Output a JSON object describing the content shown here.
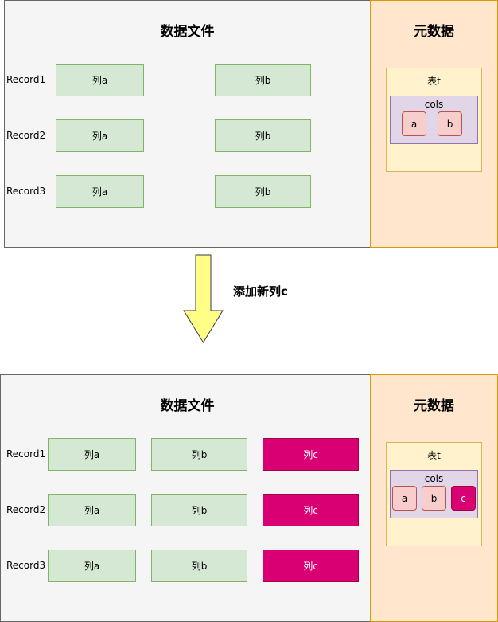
{
  "top": {
    "file_title": "数据文件",
    "meta_title": "元数据",
    "records": [
      {
        "label": "Record1",
        "cells": [
          "列a",
          "列b"
        ]
      },
      {
        "label": "Record2",
        "cells": [
          "列a",
          "列b"
        ]
      },
      {
        "label": "Record3",
        "cells": [
          "列a",
          "列b"
        ]
      }
    ],
    "table_label": "表t",
    "cols_label": "cols",
    "cols": [
      "a",
      "b"
    ]
  },
  "arrow_label": "添加新列c",
  "bottom": {
    "file_title": "数据文件",
    "meta_title": "元数据",
    "records": [
      {
        "label": "Record1",
        "cells": [
          "列a",
          "列b",
          "列c"
        ]
      },
      {
        "label": "Record2",
        "cells": [
          "列a",
          "列b",
          "列c"
        ]
      },
      {
        "label": "Record3",
        "cells": [
          "列a",
          "列b",
          "列c"
        ]
      }
    ],
    "table_label": "表t",
    "cols_label": "cols",
    "cols": [
      "a",
      "b",
      "c"
    ]
  },
  "colors": {
    "cell_fill": "#d5e8d4",
    "new_column_fill": "#d80073",
    "meta_fill": "#ffe6cc",
    "table_fill": "#fff2cc",
    "cols_fill": "#e1d5e7",
    "col_chip_fill": "#f8cecc",
    "arrow_fill": "#ffff88"
  }
}
